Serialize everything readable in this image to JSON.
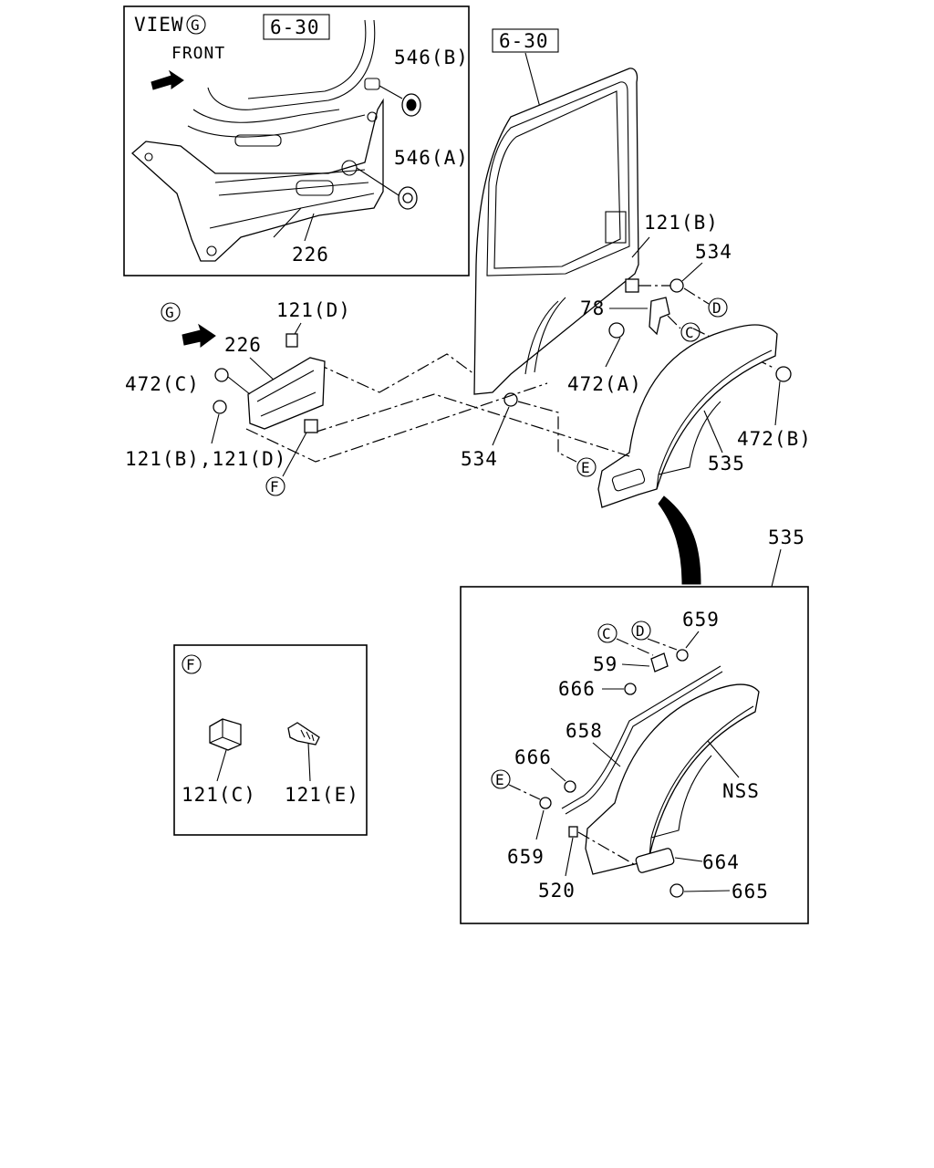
{
  "inset_view_g": {
    "view_label": "VIEW",
    "view_mark": "G",
    "ref": "6-30",
    "front_label": "FRONT",
    "parts": {
      "p546b": "546(B)",
      "p546a": "546(A)",
      "p226": "226"
    }
  },
  "main": {
    "ref": "6-30",
    "parts": {
      "p121b": "121(B)",
      "p534_top": "534",
      "p78": "78",
      "p472a": "472(A)",
      "p472b": "472(B)",
      "p534_bottom": "534",
      "p535": "535",
      "p121d": "121(D)",
      "p226": "226",
      "p472c": "472(C)",
      "p121bd": "121(B),121(D)"
    },
    "marks": {
      "g": "G",
      "c": "C",
      "d": "D",
      "e": "E",
      "f": "F"
    }
  },
  "inset_f": {
    "mark": "F",
    "parts": {
      "p121c": "121(C)",
      "p121e": "121(E)"
    }
  },
  "detail_535": {
    "title": "535",
    "parts": {
      "p659_top": "659",
      "p59": "59",
      "p666_top": "666",
      "p658": "658",
      "p666_mid": "666",
      "nss": "NSS",
      "p659_bottom": "659",
      "p520": "520",
      "p664": "664",
      "p665": "665"
    },
    "marks": {
      "c": "C",
      "d": "D",
      "e": "E"
    }
  }
}
